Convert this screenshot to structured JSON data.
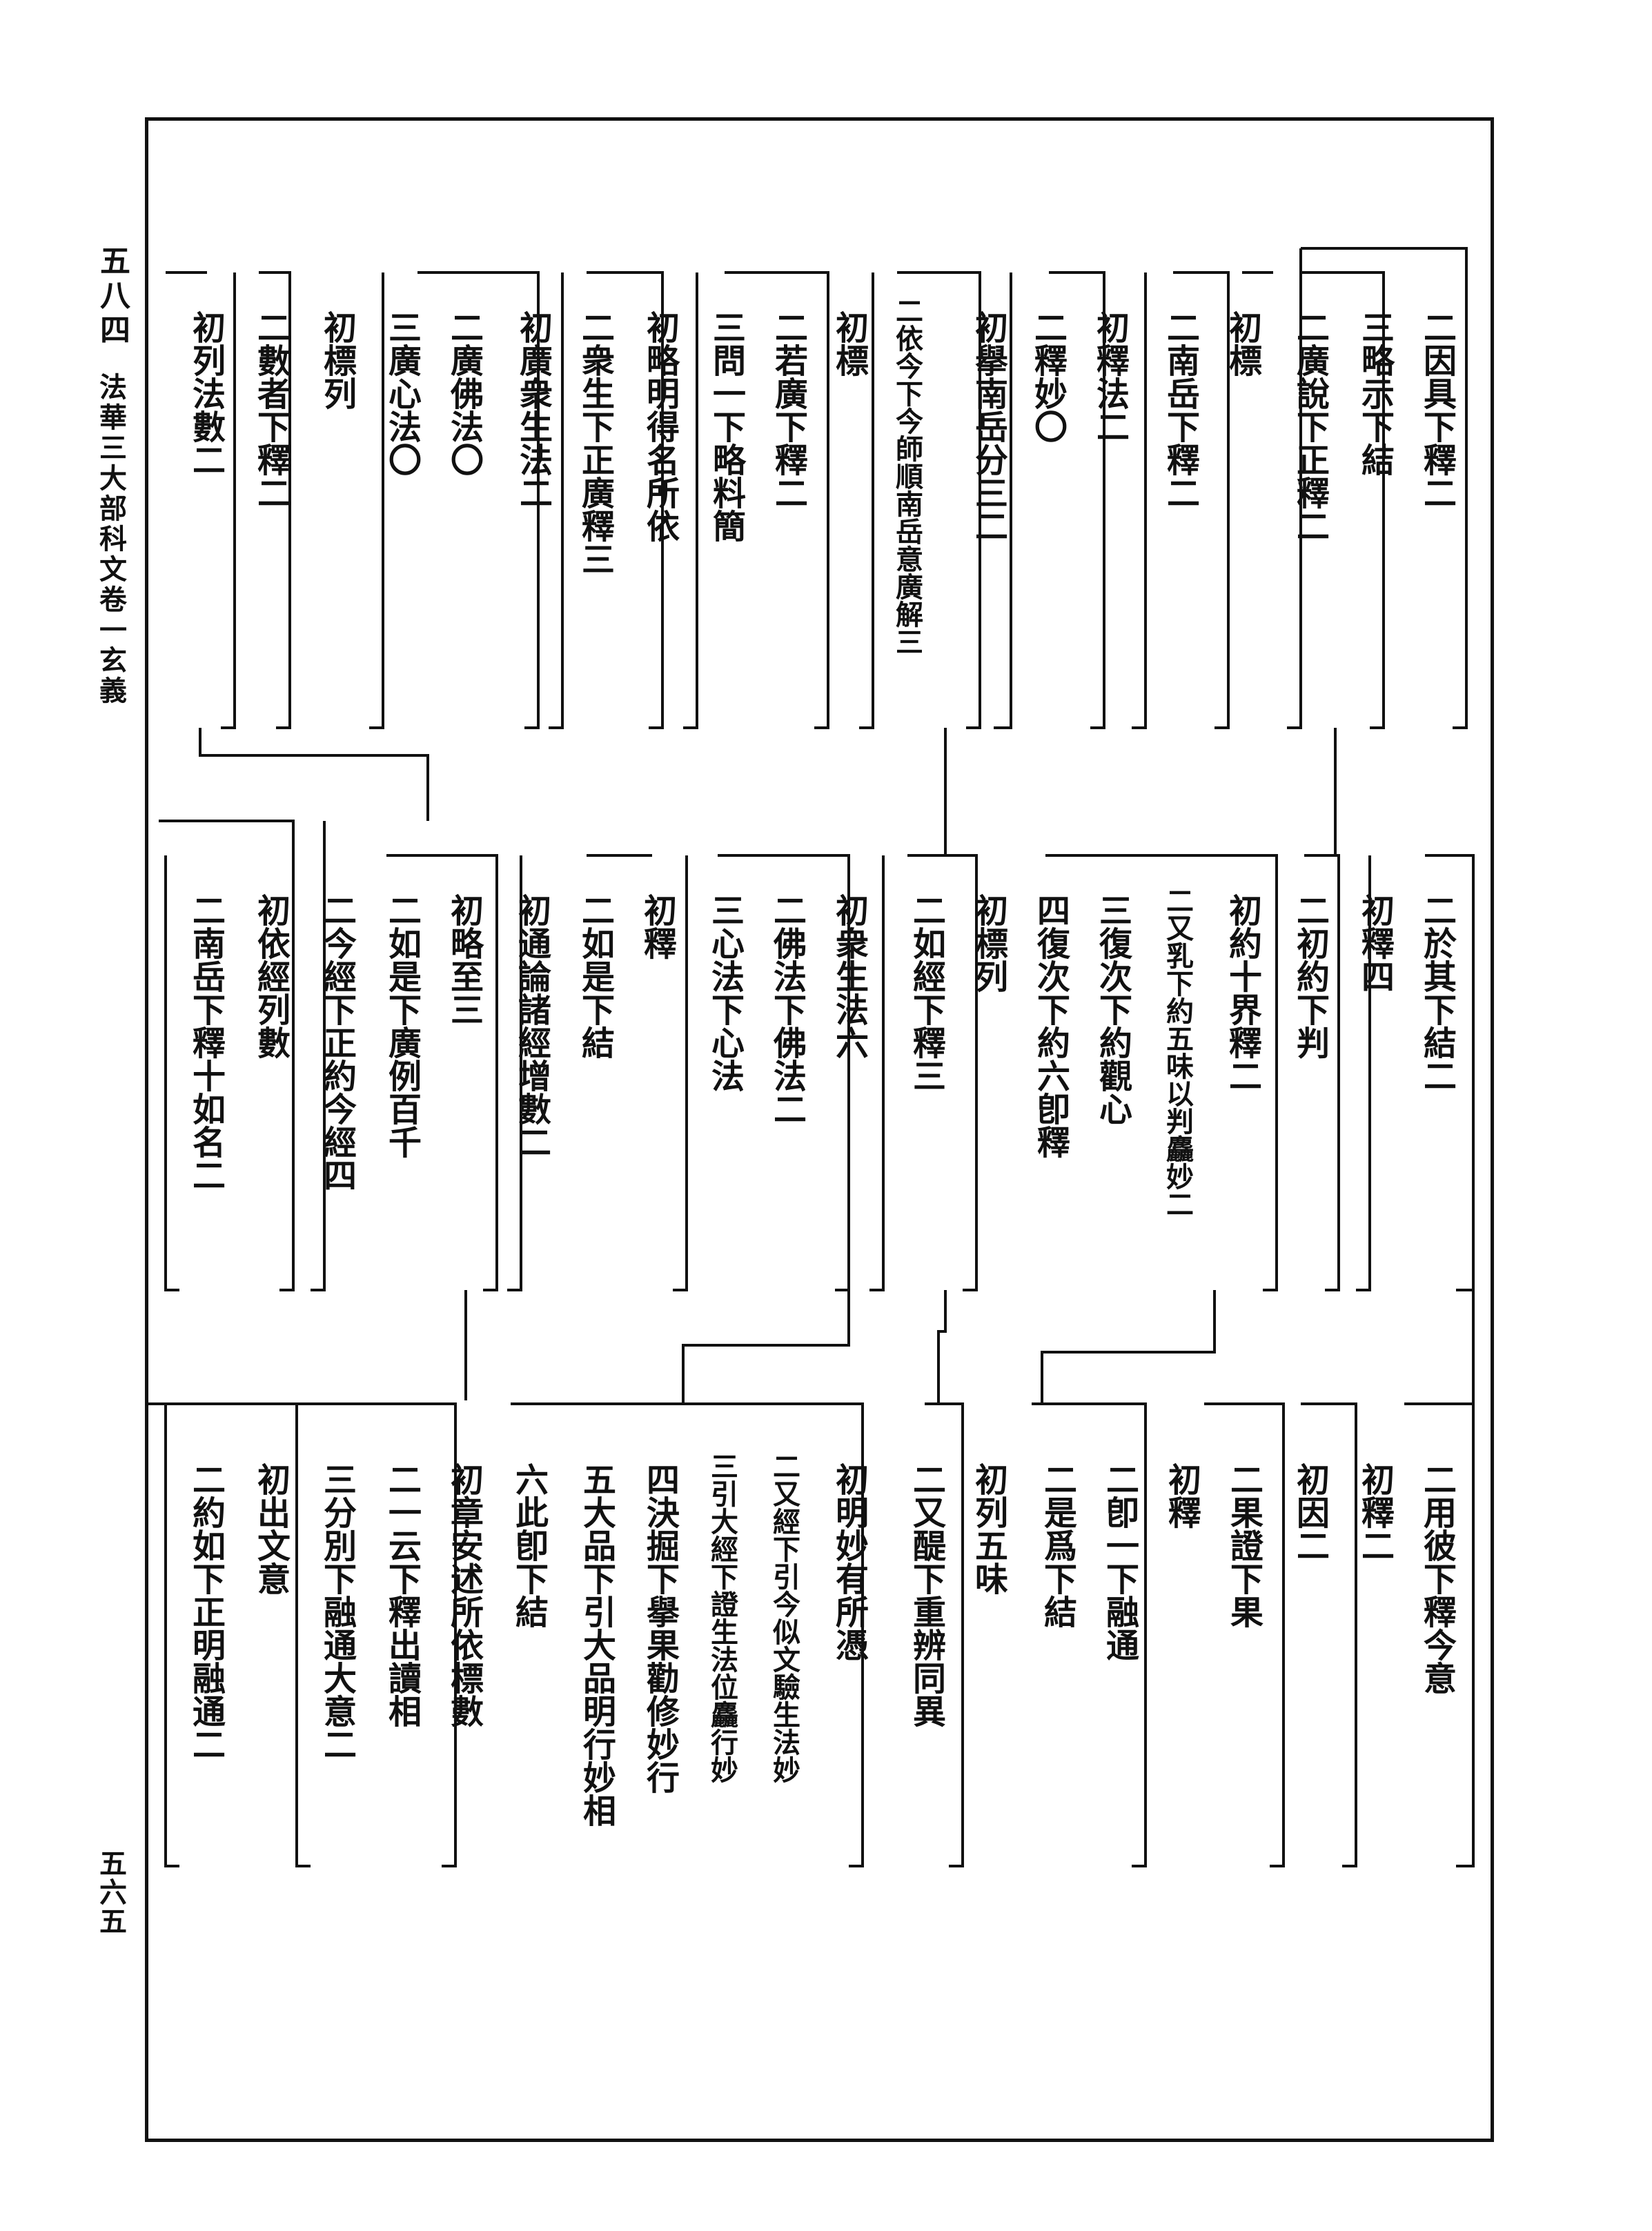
{
  "margin": {
    "page_number": "五八四",
    "book_title": "法華三大部科文卷一",
    "section": "玄義",
    "right_number": "五六五"
  },
  "row1": [
    {
      "id": "r1c1",
      "text": "二因具下釋二"
    },
    {
      "id": "r1c2",
      "text": "三略示下結"
    },
    {
      "id": "r1c3",
      "text": "二廣說下正釋二"
    },
    {
      "id": "r1c4",
      "text": "初標"
    },
    {
      "id": "r1c5",
      "text": "二南岳下釋二"
    },
    {
      "id": "r1c6",
      "text": "初釋法二"
    },
    {
      "id": "r1c7",
      "text": "二釋妙〇"
    },
    {
      "id": "r1c8",
      "text": "初擧南岳分三二"
    },
    {
      "id": "r1c9",
      "text": "二依今下今師順南岳意廣解三"
    },
    {
      "id": "r1c10",
      "text": "初標"
    },
    {
      "id": "r1c11",
      "text": "二若廣下釋二"
    },
    {
      "id": "r1c12",
      "text": "三問一下略料簡"
    },
    {
      "id": "r1c13",
      "text": "初略明得名所依"
    },
    {
      "id": "r1c14",
      "text": "二衆生下正廣釋三"
    },
    {
      "id": "r1c15",
      "text": "初廣衆生法二"
    },
    {
      "id": "r1c16",
      "text": "二廣佛法〇"
    },
    {
      "id": "r1c17",
      "text": "三廣心法〇"
    },
    {
      "id": "r1c18",
      "text": "初標列"
    },
    {
      "id": "r1c19",
      "text": "二數者下釋二"
    },
    {
      "id": "r1c20",
      "text": "初列法數二"
    }
  ],
  "row2": [
    {
      "id": "r2c1",
      "text": "二於其下結二"
    },
    {
      "id": "r2c2",
      "text": "初釋四"
    },
    {
      "id": "r2c3",
      "text": "二初約下判"
    },
    {
      "id": "r2c4",
      "text": "初約十界釋二"
    },
    {
      "id": "r2c5",
      "text": "二又乳下約五味以判麤妙二"
    },
    {
      "id": "r2c6",
      "text": "三復次下約觀心"
    },
    {
      "id": "r2c7",
      "text": "四復次下約六卽釋"
    },
    {
      "id": "r2c8",
      "text": "初標列"
    },
    {
      "id": "r2c9",
      "text": "二如經下釋三"
    },
    {
      "id": "r2c10",
      "text": "初衆生法六"
    },
    {
      "id": "r2c11",
      "text": "二佛法下佛法二"
    },
    {
      "id": "r2c12",
      "text": "三心法下心法"
    },
    {
      "id": "r2c13",
      "text": "初釋"
    },
    {
      "id": "r2c14",
      "text": "二如是下結"
    },
    {
      "id": "r2c15",
      "text": "初通論諸經增數二"
    },
    {
      "id": "r2c16",
      "text": "初略至三"
    },
    {
      "id": "r2c17",
      "text": "二如是下廣例百千"
    },
    {
      "id": "r2c18",
      "text": "二今經下正約今經四"
    },
    {
      "id": "r2c19",
      "text": "初依經列數"
    },
    {
      "id": "r2c20",
      "text": "二南岳下釋十如名二"
    }
  ],
  "row3": [
    {
      "id": "r3c1",
      "text": "二用彼下釋今意"
    },
    {
      "id": "r3c2",
      "text": "初釋二"
    },
    {
      "id": "r3c3",
      "text": "初因二"
    },
    {
      "id": "r3c4",
      "text": "二果證下果"
    },
    {
      "id": "r3c5",
      "text": "初釋"
    },
    {
      "id": "r3c6",
      "text": "二卽一下融通"
    },
    {
      "id": "r3c7",
      "text": "二是爲下結"
    },
    {
      "id": "r3c8",
      "text": "初列五味"
    },
    {
      "id": "r3c9",
      "text": "二又醍下重辨同異"
    },
    {
      "id": "r3c10",
      "text": "初明妙有所憑"
    },
    {
      "id": "r3c11",
      "text": "二又經下引今似文驗生法妙"
    },
    {
      "id": "r3c12",
      "text": "三引大經下證生法位麤行妙"
    },
    {
      "id": "r3c13",
      "text": "四決掘下擧果勸修妙行"
    },
    {
      "id": "r3c14",
      "text": "五大品下引大品明行妙相"
    },
    {
      "id": "r3c15",
      "text": "六此卽下結"
    },
    {
      "id": "r3c16",
      "text": "初章安述所依標數"
    },
    {
      "id": "r3c17",
      "text": "二一云下釋出讀相"
    },
    {
      "id": "r3c18",
      "text": "三分別下融通大意二"
    },
    {
      "id": "r3c19",
      "text": "初出文意"
    },
    {
      "id": "r3c20",
      "text": "二約如下正明融通二"
    }
  ]
}
